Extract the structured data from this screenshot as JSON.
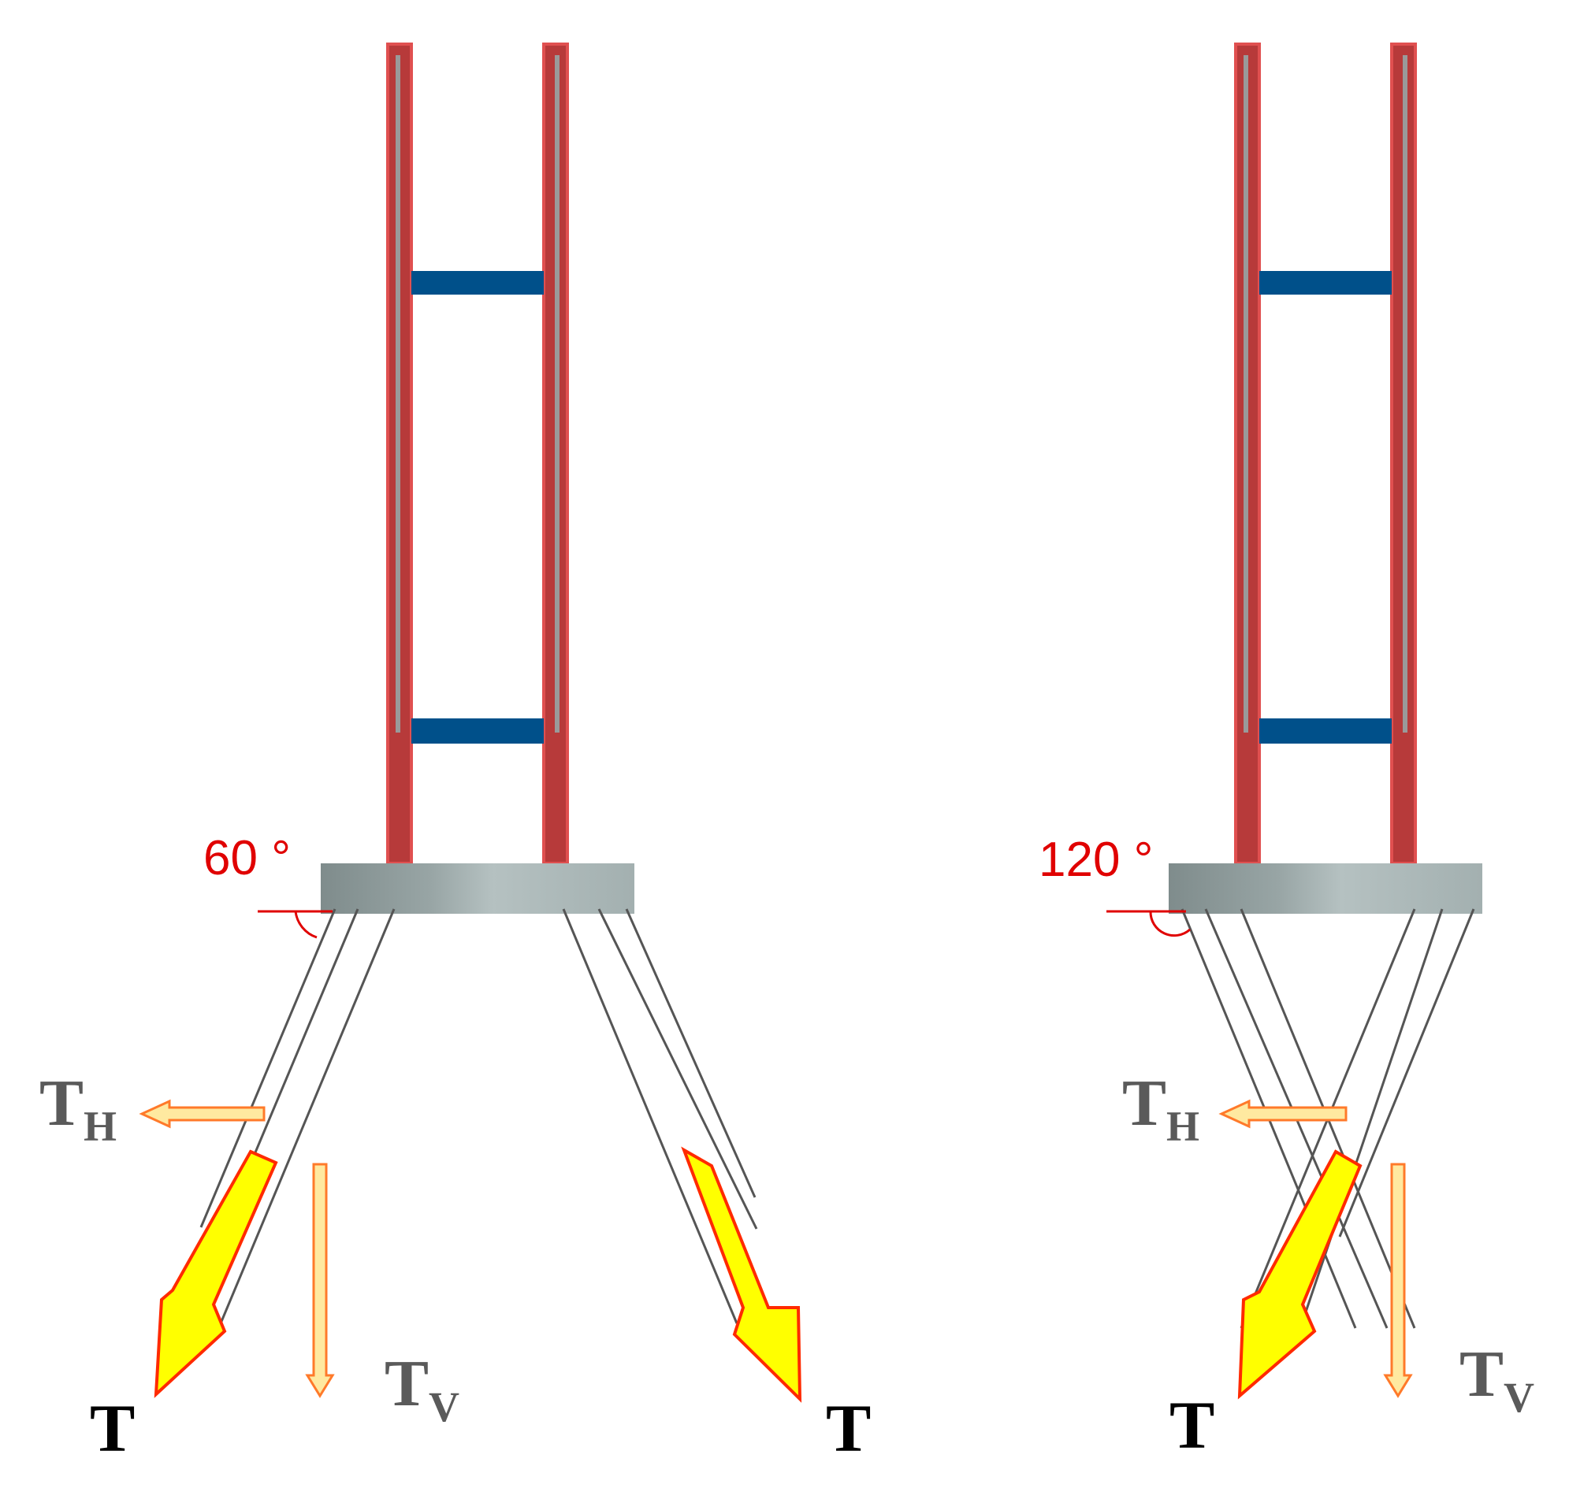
{
  "panels": [
    {
      "id": "left",
      "angle_label": "60 °",
      "angle_degrees": 60,
      "force_label": "T",
      "horizontal_component": {
        "main": "T",
        "sub": "H"
      },
      "vertical_component": {
        "main": "T",
        "sub": "V"
      }
    },
    {
      "id": "right",
      "angle_label": "120 °",
      "angle_degrees": 120,
      "force_label": "T",
      "horizontal_component": {
        "main": "T",
        "sub": "H"
      },
      "vertical_component": {
        "main": "T",
        "sub": "V"
      }
    }
  ],
  "colors": {
    "post": "#b73a3a",
    "post_edge": "#e05050",
    "post_core": "#9a9a9a",
    "rung": "#00508a",
    "base": "#9aa8a8",
    "rope": "#555555",
    "arrow_fill": "#ffff00",
    "arrow_stroke": "#ff2a00",
    "component_fill": "#ffe9a0",
    "component_stroke": "#ff7a2a",
    "angle": "#e00000",
    "text_dark": "#000000",
    "text_grey": "#5a5a5a"
  }
}
